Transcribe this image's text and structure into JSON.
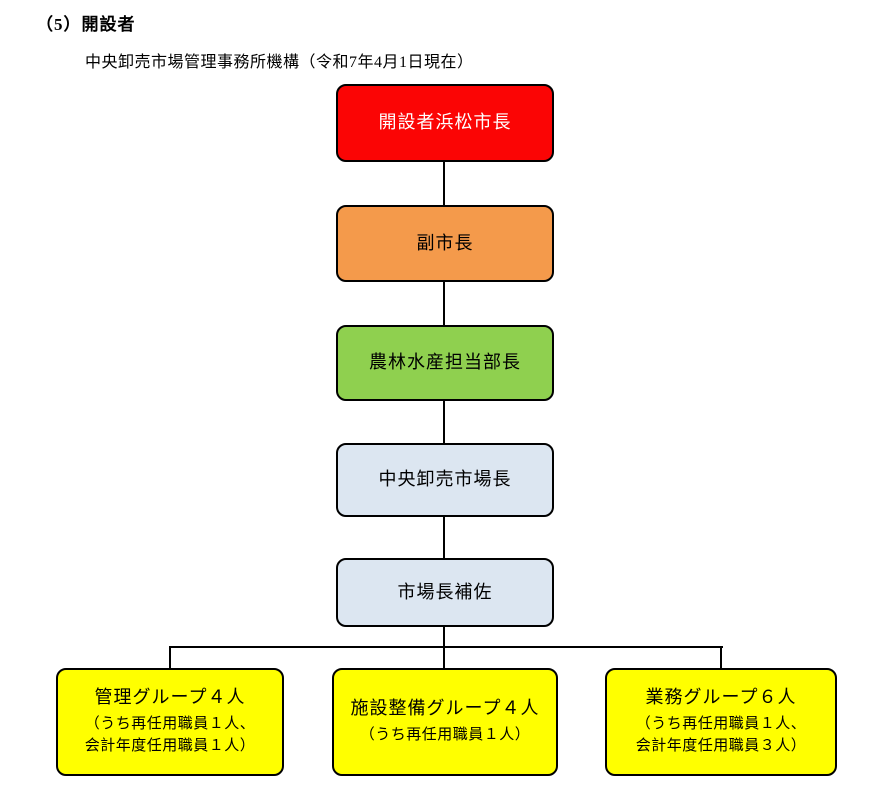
{
  "page": {
    "heading": "（5）開設者",
    "subtitle": "中央卸売市場管理事務所機構（令和7年4月1日現在）"
  },
  "org_chart": {
    "nodes": {
      "mayor": {
        "label": "開設者浜松市長",
        "color": "#FB0505",
        "text_color": "#FFFFFF"
      },
      "deputy_mayor": {
        "label": "副市長",
        "color": "#F49A4B",
        "text_color": "#000000"
      },
      "agriculture_forestry_fisheries_director": {
        "label": "農林水産担当部長",
        "color": "#8FD04F",
        "text_color": "#000000"
      },
      "central_wholesale_market_head": {
        "label": "中央卸売市場長",
        "color": "#DCE6F1",
        "text_color": "#000000"
      },
      "market_head_assistant": {
        "label": "市場長補佐",
        "color": "#DCE6F1",
        "text_color": "#000000"
      },
      "admin_group": {
        "label": "管理グループ４人",
        "notes": [
          "（うち再任用職員１人、",
          "会計年度任用職員１人）"
        ],
        "color": "#FFFF00",
        "text_color": "#000000"
      },
      "facilities_group": {
        "label": "施設整備グループ４人",
        "notes": [
          "（うち再任用職員１人）"
        ],
        "color": "#FFFF00",
        "text_color": "#000000"
      },
      "operations_group": {
        "label": "業務グループ６人",
        "notes": [
          "（うち再任用職員１人、",
          "会計年度任用職員３人）"
        ],
        "color": "#FFFF00",
        "text_color": "#000000"
      }
    }
  }
}
